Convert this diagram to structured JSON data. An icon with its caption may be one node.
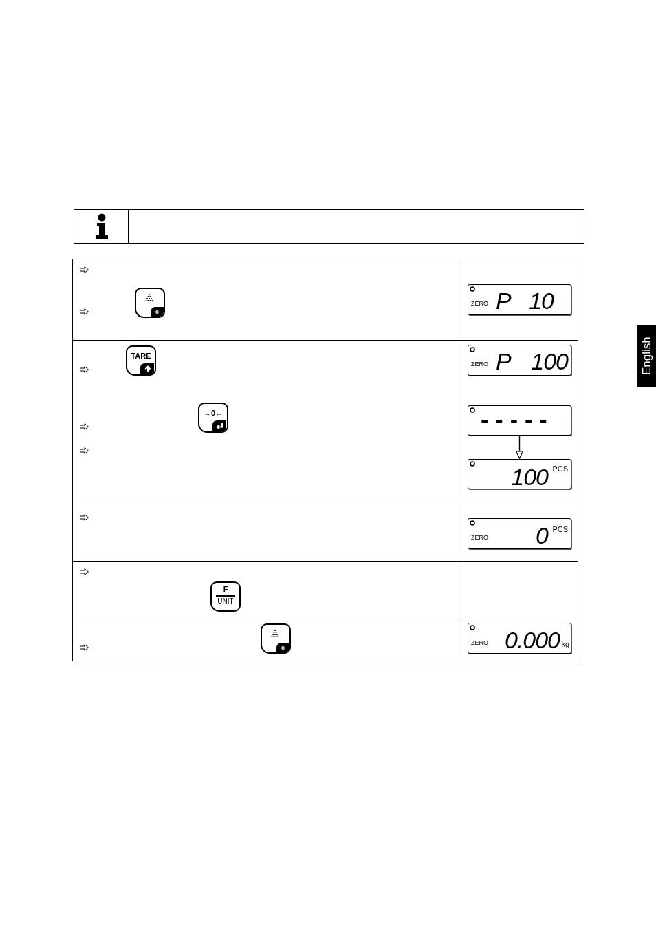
{
  "diagram": {
    "nodes": [
      {
        "text": [
          "c"
        ]
      },
      {
        "text": [
          "ZERO",
          "P",
          "10"
        ]
      },
      {
        "text": [
          "TARE"
        ]
      },
      {
        "text": [
          "ZERO",
          "P",
          "100"
        ]
      },
      {
        "text": [
          "→0←"
        ]
      },
      {
        "text": [
          "-----"
        ]
      },
      {
        "text": [
          "100",
          "PCS"
        ]
      },
      {
        "text": [
          "ZERO",
          "0",
          "PCS"
        ]
      },
      {
        "text": [
          "F",
          "UNIT"
        ]
      },
      {
        "text": [
          "c"
        ]
      },
      {
        "text": [
          "ZERO",
          "0.000",
          "kg"
        ]
      }
    ],
    "edges": [
      {
        "from": 5,
        "to": 6,
        "arrow": "to"
      }
    ],
    "labels": [
      "English"
    ]
  }
}
